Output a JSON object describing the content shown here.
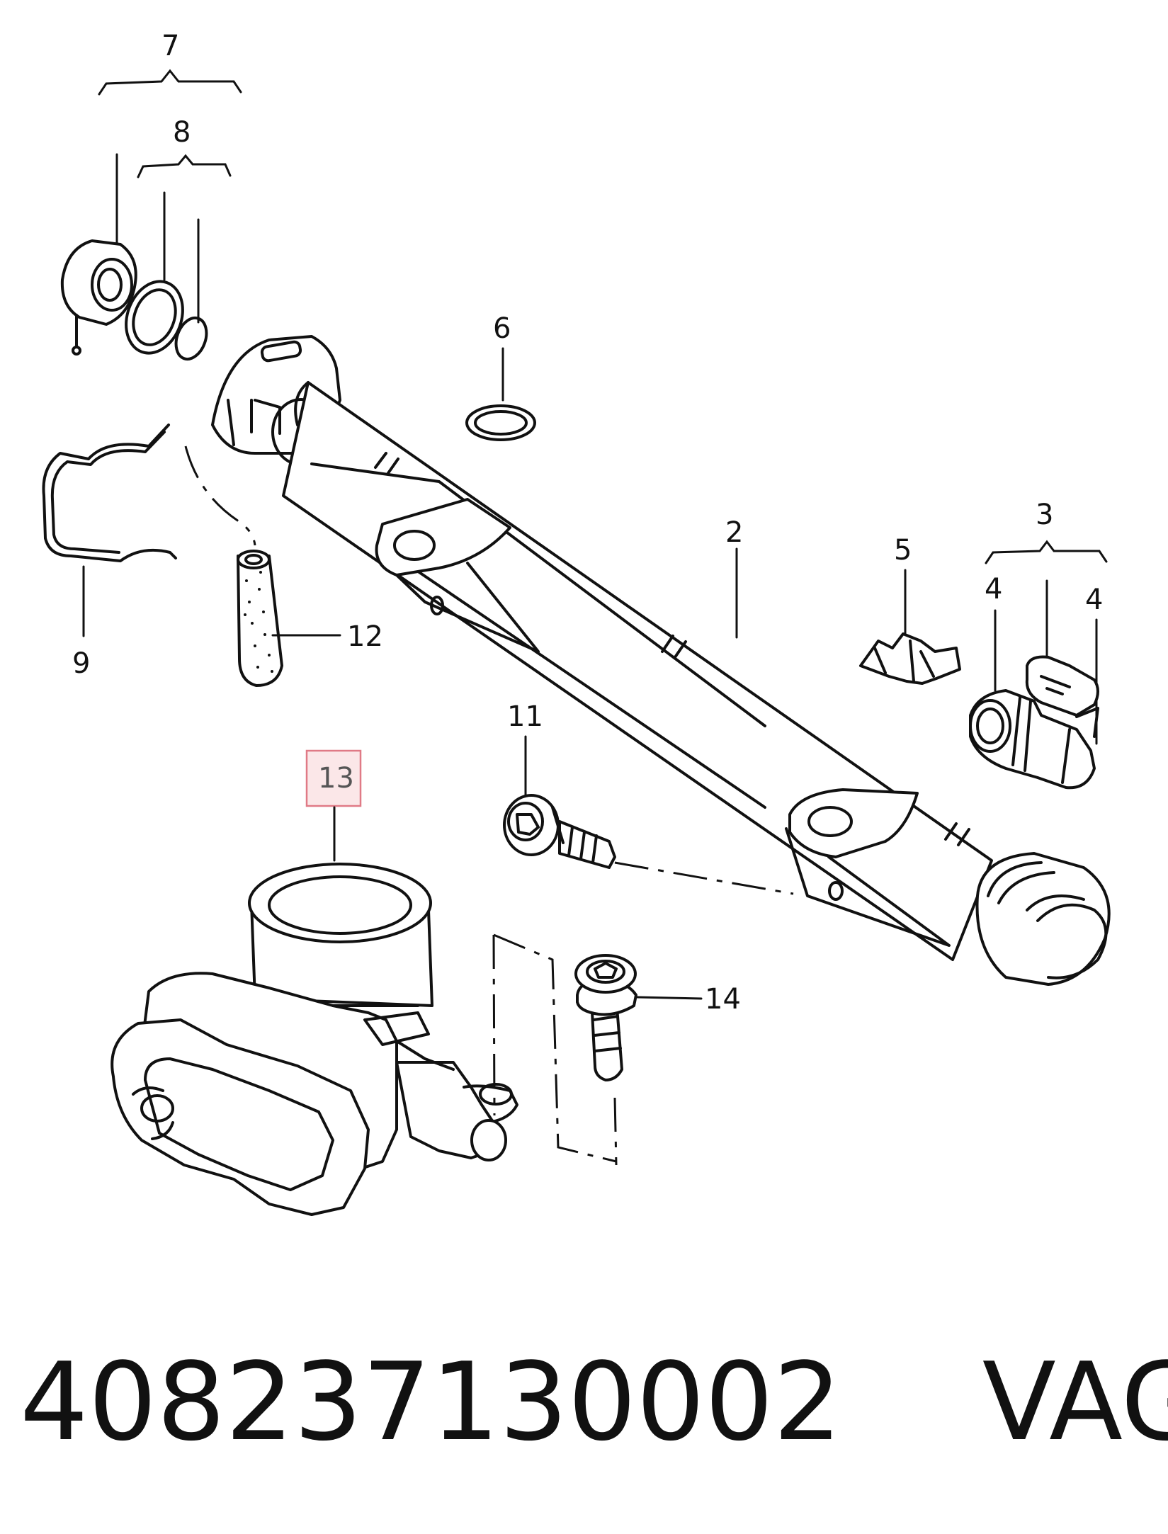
{
  "callouts": {
    "c2": "2",
    "c3": "3",
    "c4a": "4",
    "c4b": "4",
    "c5": "5",
    "c6": "6",
    "c7": "7",
    "c8": "8",
    "c9": "9",
    "c11": "11",
    "c12": "12",
    "c13": "13",
    "c14": "14"
  },
  "highlighted_callout": "13",
  "highlight_color": "#e07a86",
  "caption": {
    "part_number": "40823713000­2",
    "brand": "VAG"
  }
}
